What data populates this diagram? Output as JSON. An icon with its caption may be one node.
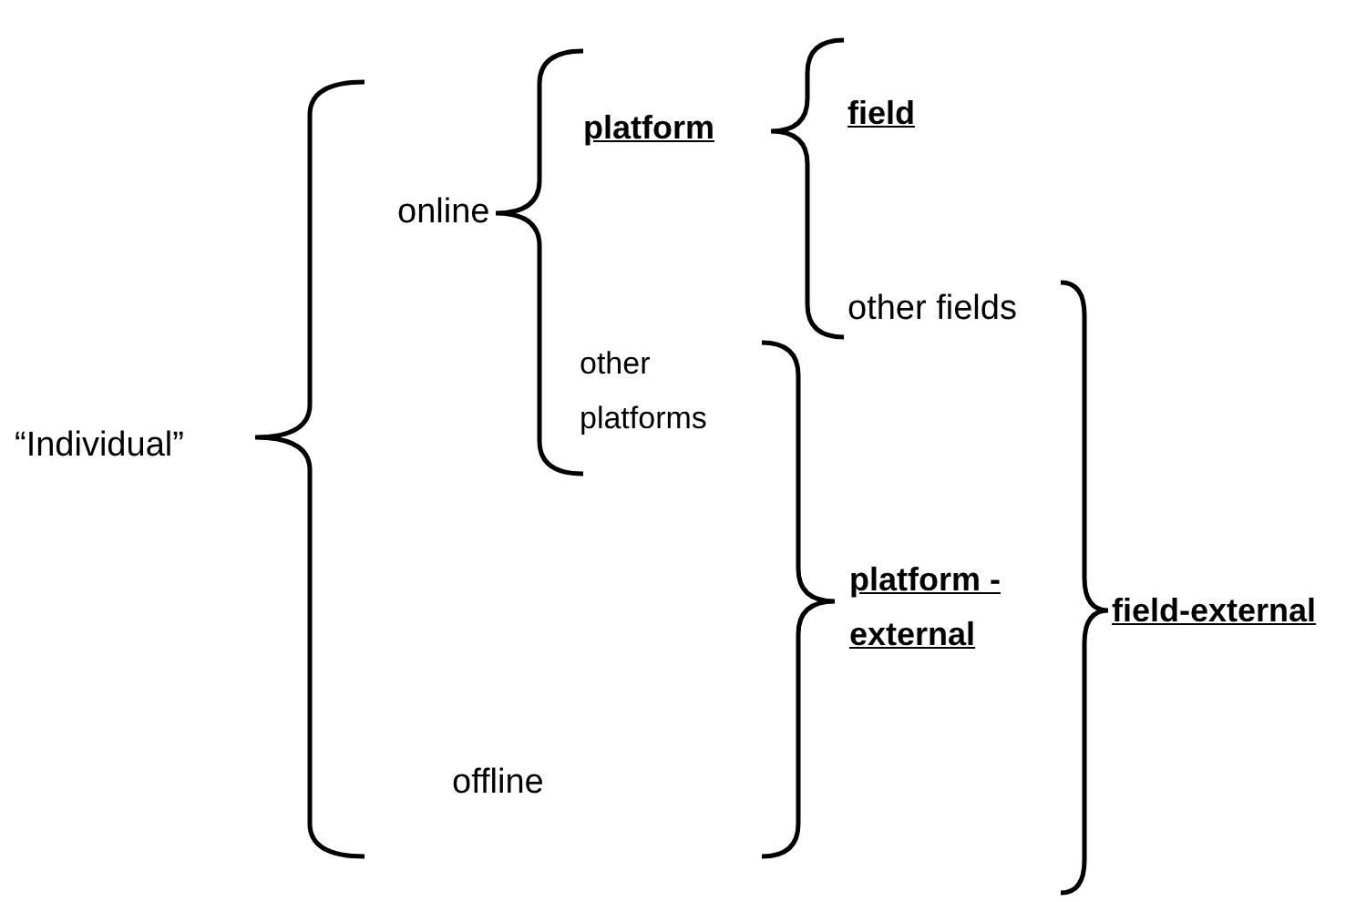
{
  "diagram": {
    "labels": [
      "“Individual”",
      "online",
      "platform",
      "field",
      "other fields",
      "other platforms",
      "platform -external",
      "field-external",
      "offline"
    ]
  }
}
